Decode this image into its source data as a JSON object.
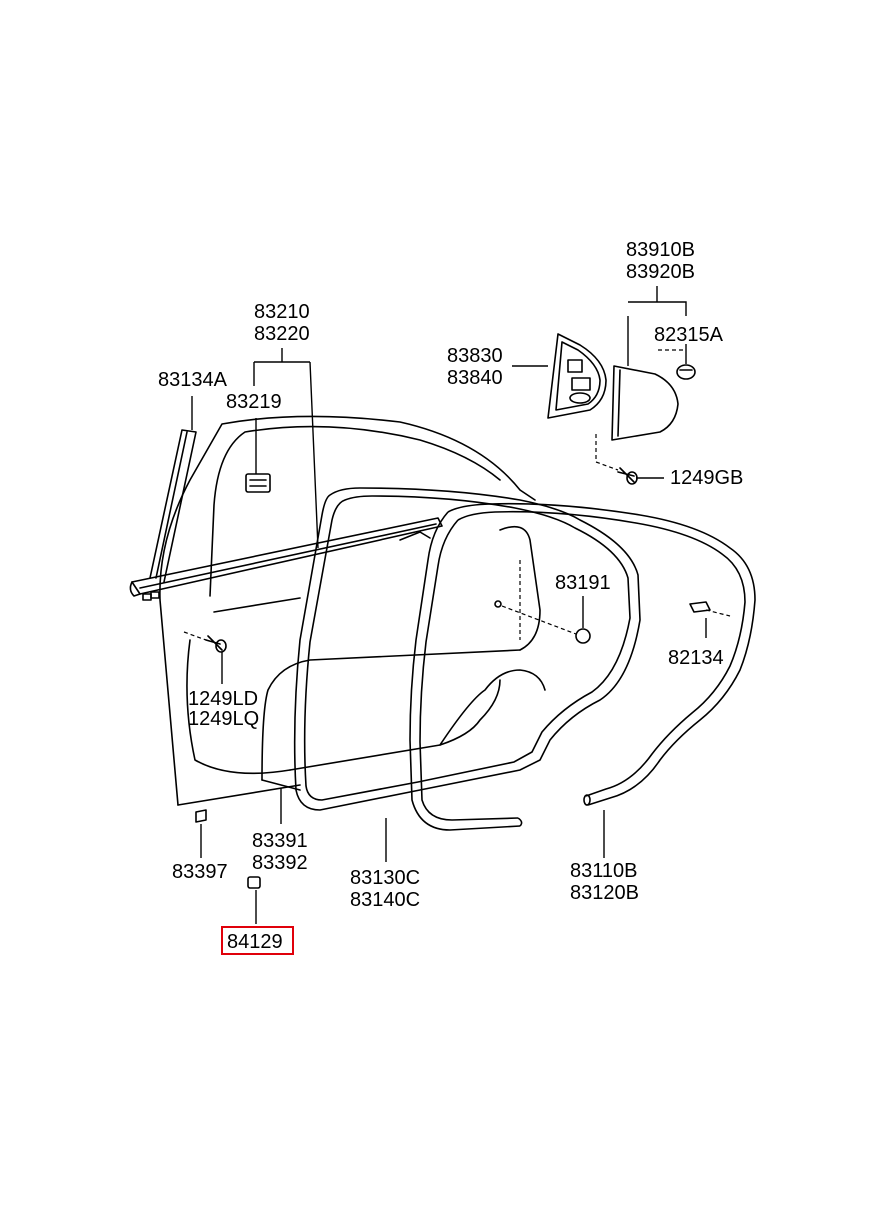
{
  "diagram": {
    "labels": {
      "p83910B": "83910B",
      "p83920B": "83920B",
      "p82315A": "82315A",
      "p83830": "83830",
      "p83840": "83840",
      "p83210": "83210",
      "p83220": "83220",
      "p83134A": "83134A",
      "p83219": "83219",
      "p1249GB": "1249GB",
      "p83191": "83191",
      "p82134": "82134",
      "p1249LD": "1249LD",
      "p1249LQ": "1249LQ",
      "p83391": "83391",
      "p83392": "83392",
      "p83397": "83397",
      "p83130C": "83130C",
      "p83140C": "83140C",
      "p83110B": "83110B",
      "p83120B": "83120B",
      "p84129": "84129"
    },
    "highlight_color": "#e0000a",
    "line_color": "#000000"
  }
}
